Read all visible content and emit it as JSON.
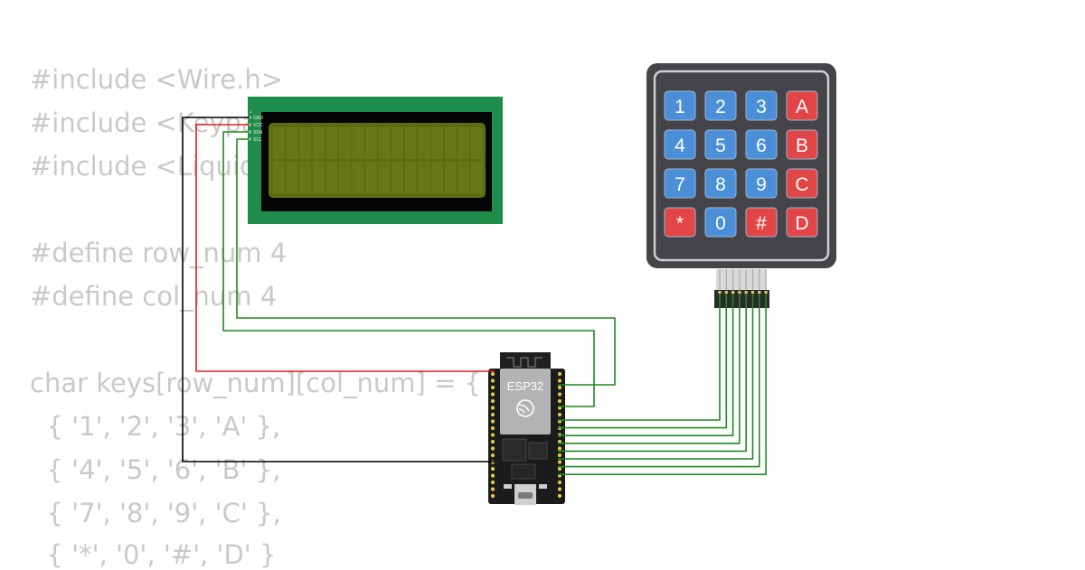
{
  "code": {
    "lines": [
      "#include <Wire.h>",
      "#include <Keypad.h>",
      "#include <LiquidCrystal_I2C.h>",
      "",
      "#define row_num 4",
      "#define col_num 4",
      "",
      "char keys[row_num][col_num] = {",
      "  { '1', '2', '3', 'A' },",
      "  { '4', '5', '6', 'B' },",
      "  { '7', '8', '9', 'C' },",
      "  { '*', '0', '#', 'D' }"
    ]
  },
  "lcd": {
    "pins": [
      "GND",
      "VCC",
      "SDA",
      "SCL"
    ],
    "pin1_marker": "1"
  },
  "keypad": {
    "keys": [
      "1",
      "2",
      "3",
      "A",
      "4",
      "5",
      "6",
      "B",
      "7",
      "8",
      "9",
      "C",
      "*",
      "0",
      "#",
      "D"
    ]
  },
  "esp32": {
    "label": "ESP32"
  },
  "colors": {
    "wire_gnd": "#000000",
    "wire_vcc": "#e02020",
    "wire_signal": "#1f8a1f",
    "key_blue": "#4a8fd8",
    "key_red": "#e24545",
    "lcd_board": "#1e8c4a",
    "lcd_screen": "#5d6e12"
  }
}
